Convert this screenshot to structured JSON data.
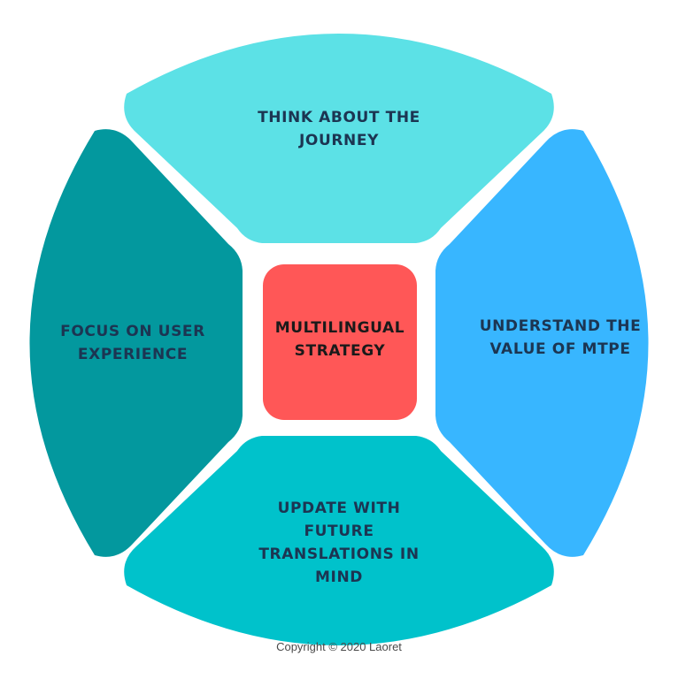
{
  "segments": {
    "top": {
      "line1": "THINK ABOUT THE",
      "line2": "JOURNEY"
    },
    "left": {
      "line1": "FOCUS ON USER",
      "line2": "EXPERIENCE"
    },
    "right": {
      "line1": "UNDERSTAND THE",
      "line2": "VALUE OF MTPE"
    },
    "bottom": {
      "line1": "UPDATE WITH",
      "line2": "FUTURE",
      "line3": "TRANSLATIONS IN",
      "line4": "MIND"
    }
  },
  "center": {
    "line1": "MULTILINGUAL",
    "line2": "STRATEGY"
  },
  "copyright": "Copyright © 2020 Laoret",
  "colors": {
    "top": "#5ce1e6",
    "left": "#03989e",
    "right": "#38b6ff",
    "bottom": "#00c2cb",
    "center": "#ff5757",
    "text_dark": "#1c3552"
  }
}
